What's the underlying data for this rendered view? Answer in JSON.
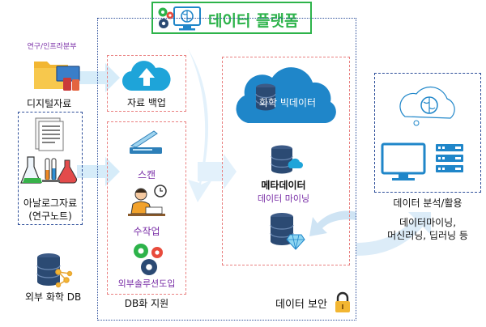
{
  "title": "데이터 플랫폼",
  "sources": {
    "group_label": "연구/인프라분부",
    "digital_label": "디지털자료",
    "analog_label_line1": "아날로그자료",
    "analog_label_line2": "(연구노트)",
    "external_db_label": "외부 화학 DB"
  },
  "ingest": {
    "backup_label": "자료 백업",
    "scan_label": "스캔",
    "manual_label": "수작업",
    "solution_label": "외부솔루션도입",
    "db_label": "DB화 지원"
  },
  "core": {
    "bigdata_label": "화학 빅데이터",
    "metadata_label": "메타데이터",
    "mining_label": "데이터 마이닝"
  },
  "security_label": "데이터 보안",
  "output": {
    "analysis_label": "데이터 분석/활용",
    "ml_line1": "데이터마이닝,",
    "ml_line2": "머신러닝, 딥러닝 등"
  },
  "colors": {
    "title_green": "#2db34a",
    "border_blue": "#2e4f9a",
    "dashed_red": "#e98080",
    "accent_purple": "#7a2fa7",
    "cloud_blue": "#1f86c9",
    "db_navy": "#2b4a73",
    "arrow_light": "#cfe7f7"
  }
}
